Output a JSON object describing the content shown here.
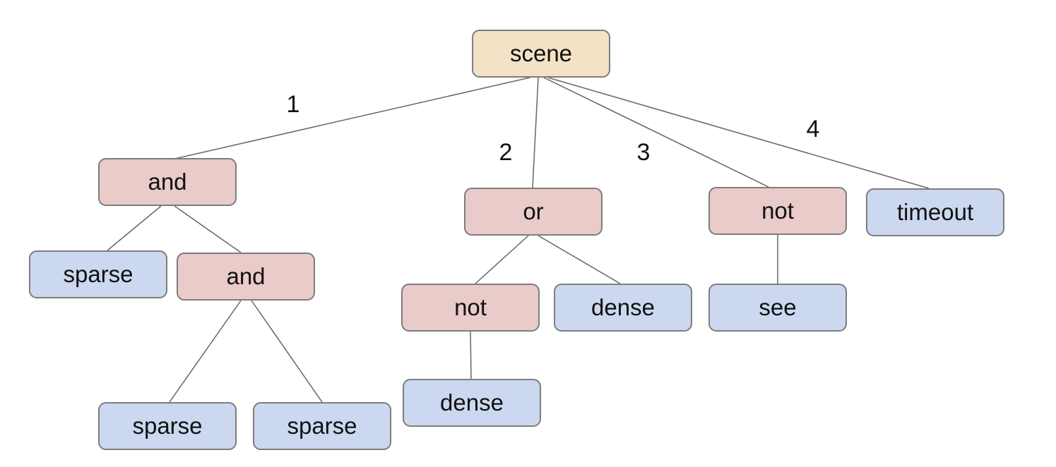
{
  "diagram": {
    "kind": "tree",
    "description": "Behavior-tree style scene diagram with numbered branches from the root",
    "background": "#ffffff"
  },
  "colors": {
    "root_fill": "#f4e2c6",
    "operator_fill": "#e9cbca",
    "leaf_fill": "#ccd8ef",
    "node_border": "#7d7d7d",
    "edge_stroke": "#666666",
    "text": "#111111"
  },
  "nodes": {
    "scene": {
      "label": "scene",
      "type": "root"
    },
    "and1": {
      "label": "and",
      "type": "operator"
    },
    "sparse1": {
      "label": "sparse",
      "type": "leaf"
    },
    "and2": {
      "label": "and",
      "type": "operator"
    },
    "sparse2": {
      "label": "sparse",
      "type": "leaf"
    },
    "sparse3": {
      "label": "sparse",
      "type": "leaf"
    },
    "or1": {
      "label": "or",
      "type": "operator"
    },
    "not1": {
      "label": "not",
      "type": "operator"
    },
    "dense1": {
      "label": "dense",
      "type": "leaf"
    },
    "dense2": {
      "label": "dense",
      "type": "leaf"
    },
    "not2": {
      "label": "not",
      "type": "operator"
    },
    "see1": {
      "label": "see",
      "type": "leaf"
    },
    "timeout1": {
      "label": "timeout",
      "type": "leaf"
    }
  },
  "edge_labels": {
    "branch1": "1",
    "branch2": "2",
    "branch3": "3",
    "branch4": "4"
  },
  "tree_structure": {
    "root": "scene",
    "branches": [
      {
        "label": "1",
        "node": "and",
        "children": [
          {
            "node": "sparse"
          },
          {
            "node": "and",
            "children": [
              {
                "node": "sparse"
              },
              {
                "node": "sparse"
              }
            ]
          }
        ]
      },
      {
        "label": "2",
        "node": "or",
        "children": [
          {
            "node": "not",
            "children": [
              {
                "node": "dense"
              }
            ]
          },
          {
            "node": "dense"
          }
        ]
      },
      {
        "label": "3",
        "node": "not",
        "children": [
          {
            "node": "see"
          }
        ]
      },
      {
        "label": "4",
        "node": "timeout"
      }
    ]
  }
}
